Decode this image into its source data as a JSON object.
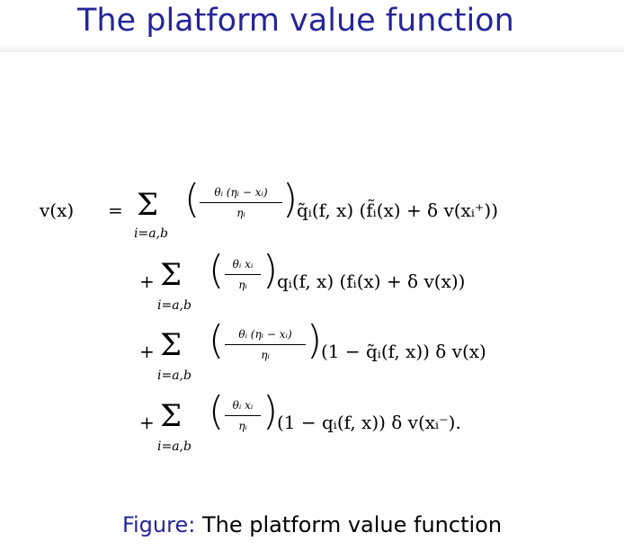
{
  "slide": {
    "title": "The platform value function"
  },
  "equation": {
    "lhs": "v(x)",
    "equals": "=",
    "sum_symbol": "Σ",
    "sum_index": "i=a,b",
    "plus": "+",
    "terms": [
      {
        "frac_num": "θᵢ (ηᵢ − xᵢ)",
        "frac_den": "ηᵢ",
        "body": "q̃ᵢ(f, x) (f̃ᵢ(x) + δ v(xᵢ⁺))"
      },
      {
        "frac_num": "θᵢ xᵢ",
        "frac_den": "ηᵢ",
        "body": "qᵢ(f, x) (fᵢ(x) + δ v(x))"
      },
      {
        "frac_num": "θᵢ (ηᵢ − xᵢ)",
        "frac_den": "ηᵢ",
        "body": "(1 − q̃ᵢ(f, x)) δ v(x)"
      },
      {
        "frac_num": "θᵢ xᵢ",
        "frac_den": "ηᵢ",
        "body": "(1 − qᵢ(f, x)) δ v(xᵢ⁻)."
      }
    ]
  },
  "caption": {
    "label": "Figure:",
    "text": "The platform value function"
  }
}
